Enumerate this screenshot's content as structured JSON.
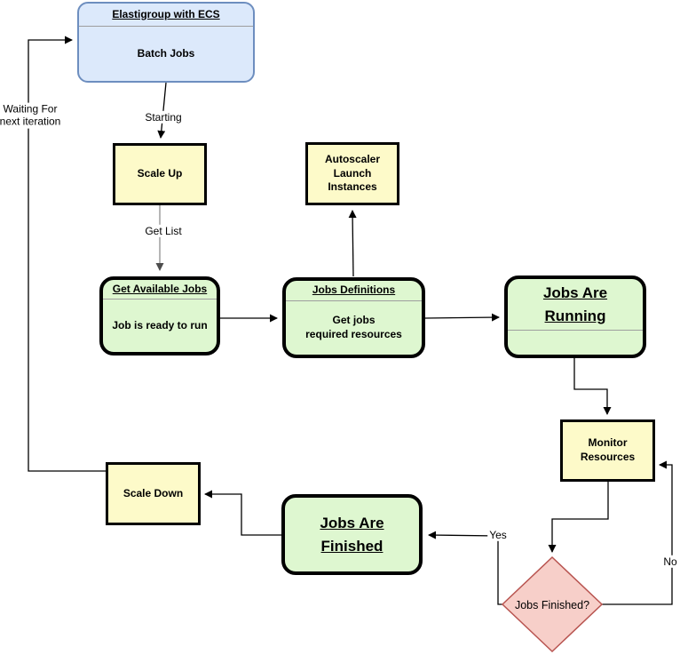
{
  "palette": {
    "container_blue_fill": "#dce9fb",
    "container_blue_border": "#6d8ebf",
    "process_yellow_fill": "#fdfac9",
    "process_border": "#000000",
    "state_green_fill": "#def7d0",
    "decision_pink_fill": "#f7cfc9",
    "decision_pink_border": "#b85450",
    "edge_black": "#000000",
    "edge_gray": "#8f8f8f",
    "divider_gray": "#9e9e9e"
  },
  "nodes": {
    "elastigroup": {
      "title": "Elastigroup with ECS",
      "body": "Batch Jobs"
    },
    "scale_up": {
      "label": "Scale Up"
    },
    "autoscaler": {
      "label": "Autoscaler\nLaunch\nInstances"
    },
    "get_available_jobs": {
      "title": "Get Available Jobs",
      "body": "Job is ready to run"
    },
    "jobs_definitions": {
      "title": "Jobs Definitions",
      "body": "Get jobs\nrequired resources"
    },
    "jobs_are_running": {
      "title": "Jobs Are\nRunning"
    },
    "monitor_resources": {
      "label": "Monitor\nResources"
    },
    "jobs_finished_decision": {
      "label": "Jobs Finished?"
    },
    "jobs_are_finished": {
      "title": "Jobs Are\nFinished"
    },
    "scale_down": {
      "label": "Scale Down"
    }
  },
  "edge_labels": {
    "starting": "Starting",
    "get_list": "Get List",
    "yes": "Yes",
    "no": "No",
    "waiting_for_next_iteration": "Waiting For\nnext iteration"
  }
}
